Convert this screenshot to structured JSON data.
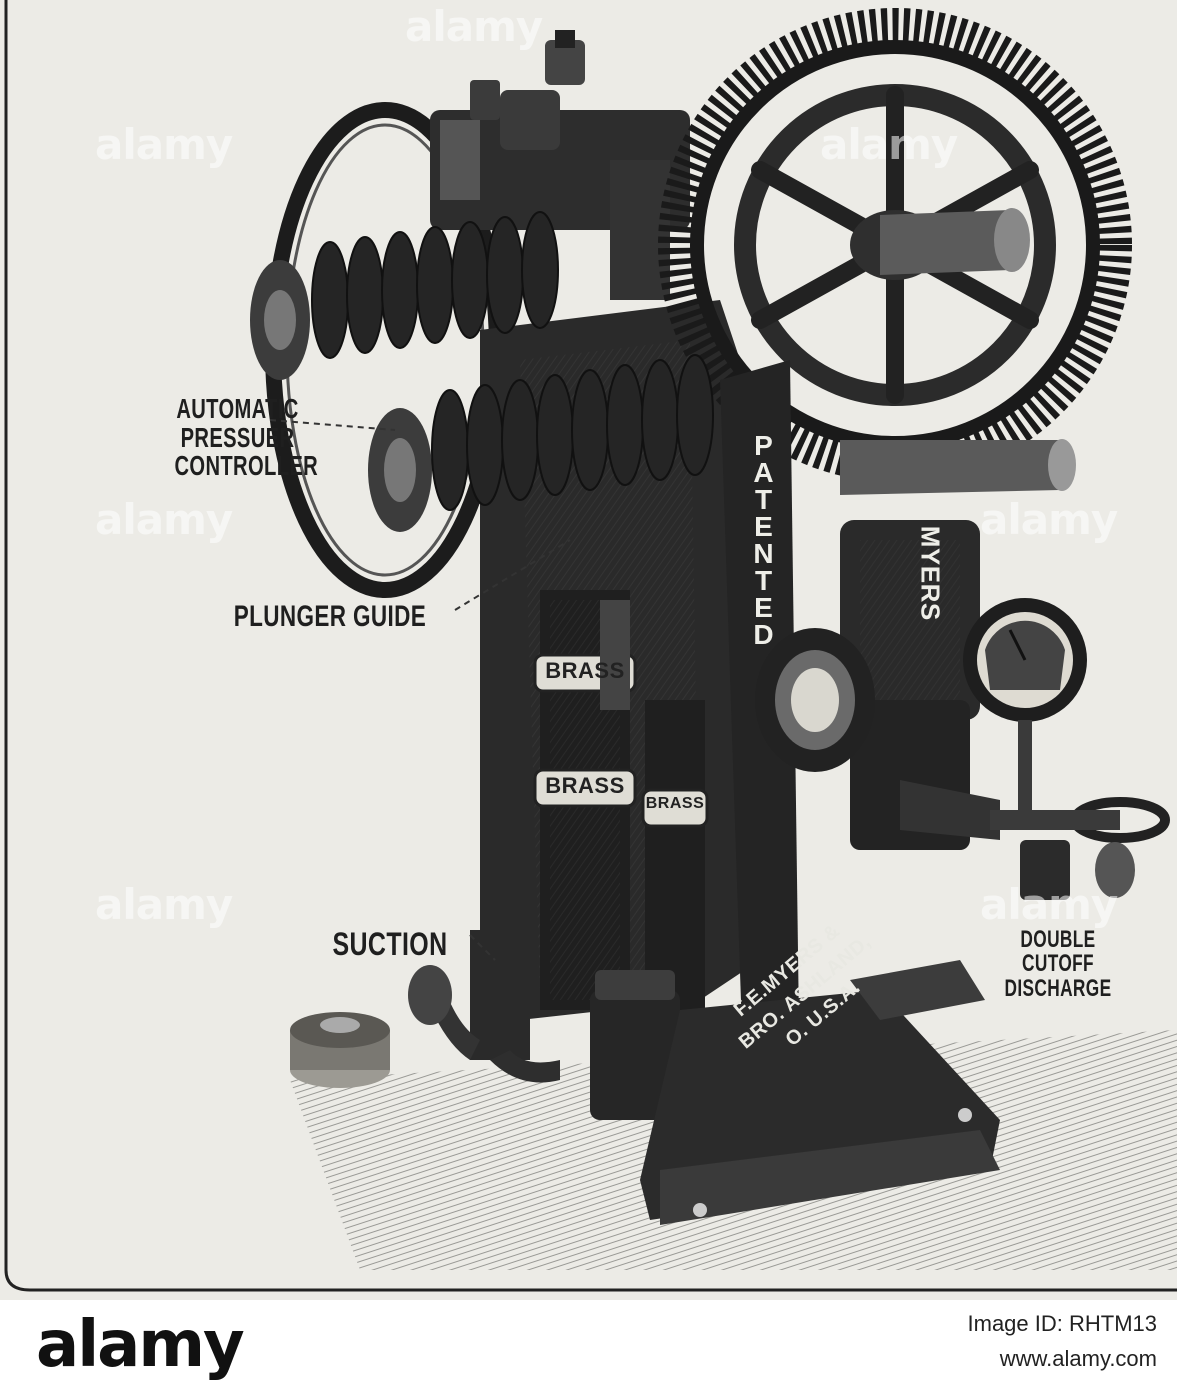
{
  "illustration": {
    "callouts": {
      "automatic_pressure_controller": "AUTOMATIC PRESSUER CONTROLLER",
      "plunger_guide": "PLUNGER GUIDE",
      "suction": "SUCTION",
      "double_cutoff_discharge": "DOUBLE CUTOFF DISCHARGE"
    },
    "casting_text": {
      "patented": "PATENTED",
      "maker": "F.E.MYERS & BRO. ASHLAND, O. U.S.A.",
      "cylinder_label": "BRASS",
      "nameplate": "MYERS"
    }
  },
  "watermark": {
    "text": "alamy"
  },
  "stock_bar": {
    "logo": "alamy",
    "image_id": "Image ID: RHTM13",
    "url": "www.alamy.com"
  }
}
